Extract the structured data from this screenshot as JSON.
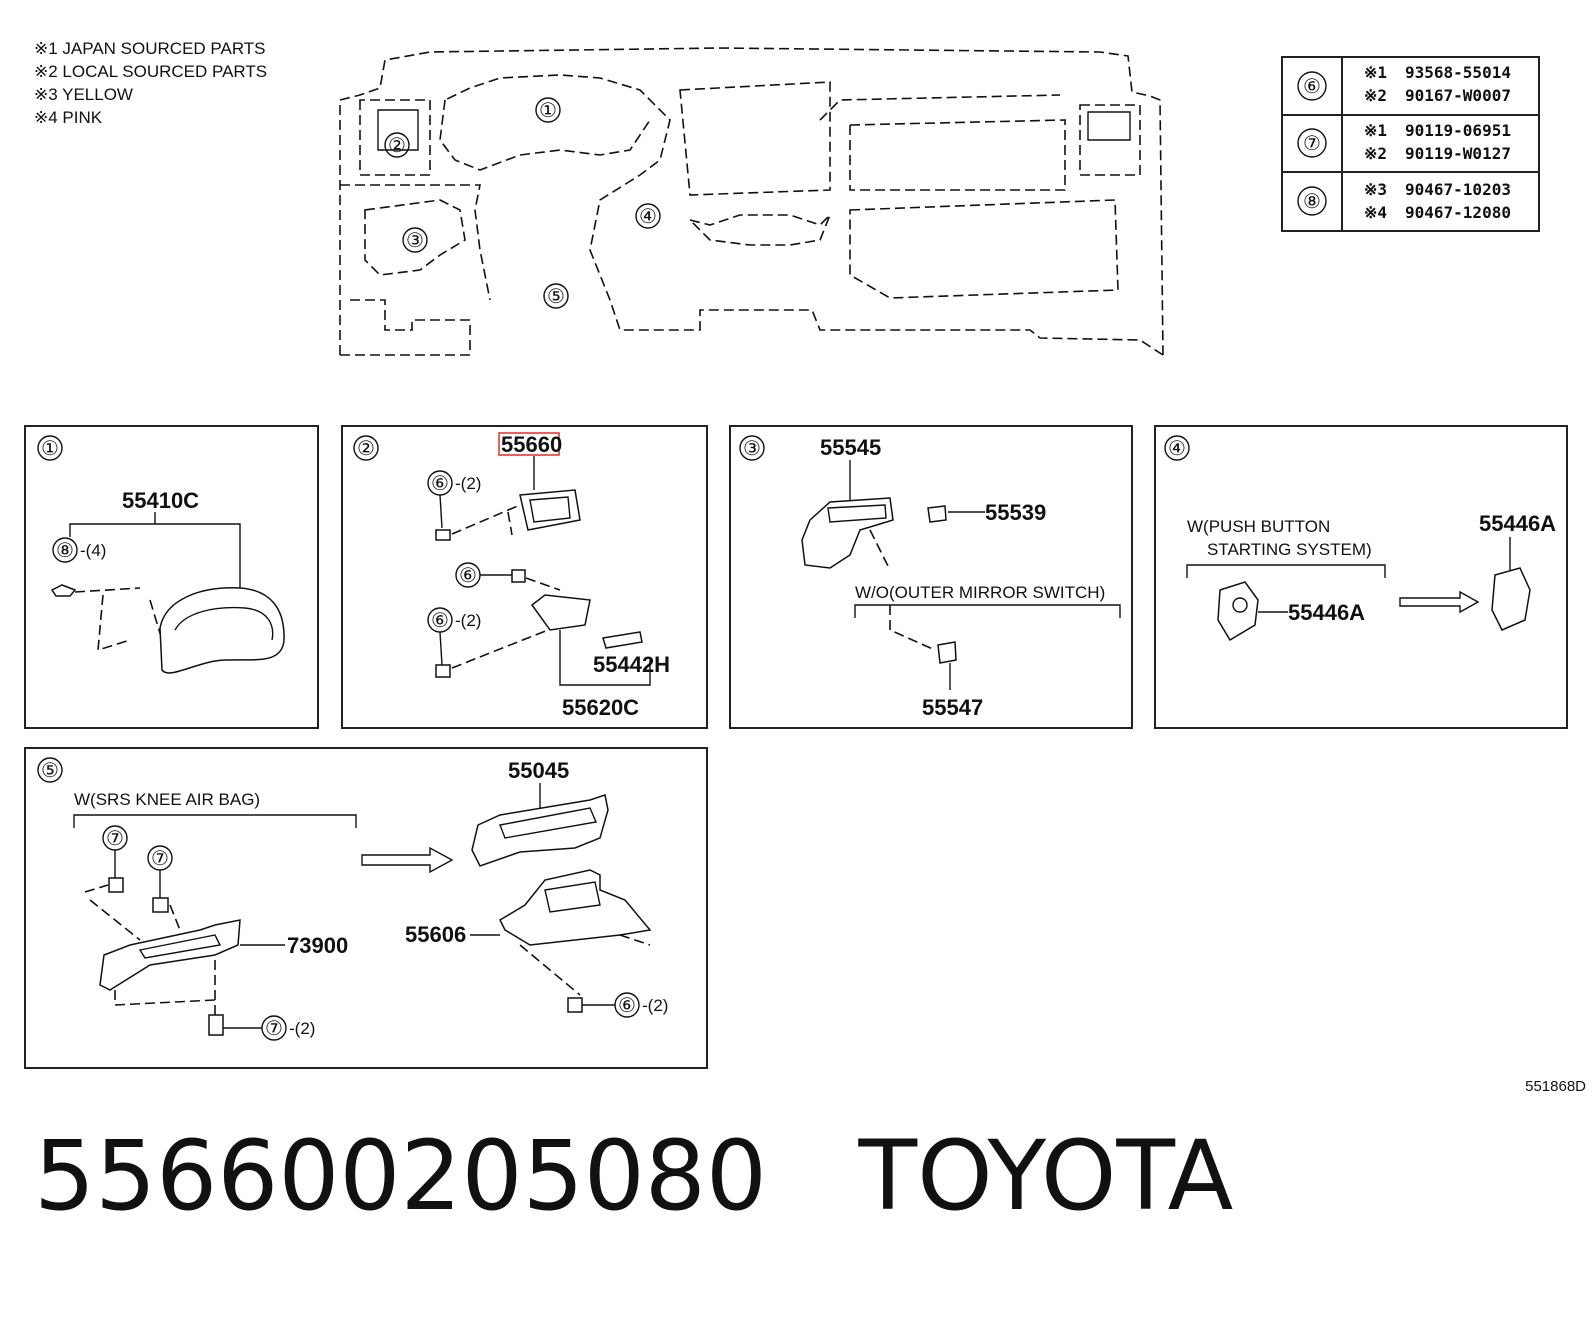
{
  "notes": [
    "※1 JAPAN SOURCED PARTS",
    "※2 LOCAL SOURCED PARTS",
    "※3 YELLOW",
    "※4 PINK"
  ],
  "overview_callouts": [
    "①",
    "②",
    "③",
    "④",
    "⑤"
  ],
  "fastener_table": [
    {
      "ref": "⑥",
      "rows": [
        {
          "mark": "※1",
          "part": "93568-55014"
        },
        {
          "mark": "※2",
          "part": "90167-W0007"
        }
      ]
    },
    {
      "ref": "⑦",
      "rows": [
        {
          "mark": "※1",
          "part": "90119-06951"
        },
        {
          "mark": "※2",
          "part": "90119-W0127"
        }
      ]
    },
    {
      "ref": "⑧",
      "rows": [
        {
          "mark": "※3",
          "part": "90467-10203"
        },
        {
          "mark": "※4",
          "part": "90467-12080"
        }
      ]
    }
  ],
  "panels": {
    "p1": {
      "ref": "①",
      "parts": [
        "55410C"
      ],
      "fasteners": [
        {
          "ref": "⑧",
          "qty": "-(4)"
        }
      ]
    },
    "p2": {
      "ref": "②",
      "highlighted_part": "55660",
      "parts": [
        "55442H",
        "55620C"
      ],
      "fasteners": [
        {
          "ref": "⑥",
          "qty": "-(2)"
        },
        {
          "ref": "⑥",
          "qty": ""
        },
        {
          "ref": "⑥",
          "qty": "-(2)"
        }
      ]
    },
    "p3": {
      "ref": "③",
      "parts": [
        "55545",
        "55539",
        "55547"
      ],
      "condition": "W/O(OUTER MIRROR SWITCH)"
    },
    "p4": {
      "ref": "④",
      "parts": [
        "55446A",
        "55446A"
      ],
      "condition_line1": "W(PUSH BUTTON",
      "condition_line2": "STARTING SYSTEM)"
    },
    "p5": {
      "ref": "⑤",
      "parts": [
        "55045",
        "55606",
        "73900"
      ],
      "condition": "W(SRS KNEE AIR BAG)",
      "fasteners": [
        {
          "ref": "⑦",
          "qty": ""
        },
        {
          "ref": "⑦",
          "qty": ""
        },
        {
          "ref": "⑦",
          "qty": "-(2)"
        },
        {
          "ref": "⑥",
          "qty": "-(2)"
        }
      ]
    }
  },
  "diagram_code": "551868D",
  "footer": {
    "part_number": "556600205080",
    "brand": "TOYOTA",
    "separator": "   "
  }
}
